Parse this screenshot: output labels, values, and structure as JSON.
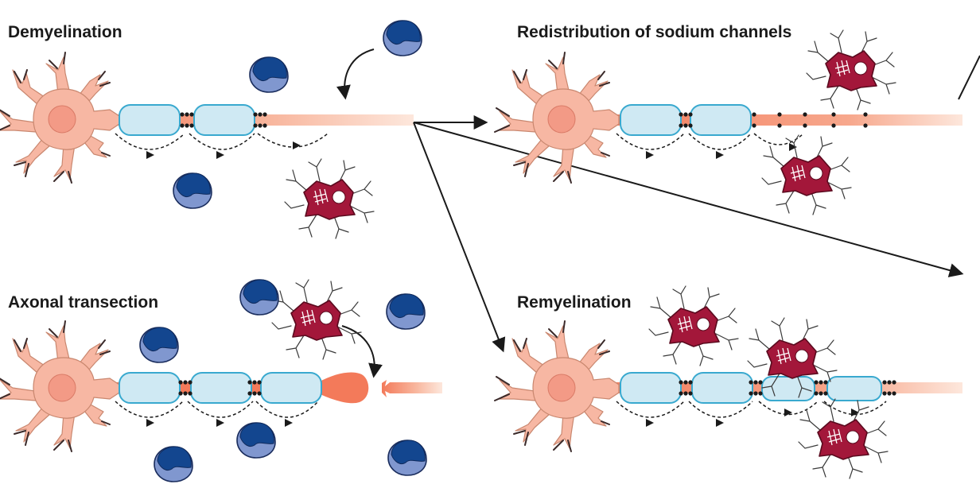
{
  "panels": {
    "demyelination": {
      "title": "Demyelination"
    },
    "sodium": {
      "title": "Redistribution of sodium channels"
    },
    "transection": {
      "title": "Axonal transection"
    },
    "remyelination": {
      "title": "Remyelination"
    }
  },
  "colors": {
    "neuron_body": "#f7b7a3",
    "neuron_nucleus": "#f39a86",
    "axon": "#f37a5a",
    "myelin_fill": "#cfe9f3",
    "myelin_stroke": "#39a9cf",
    "lymphocyte_dark": "#13468f",
    "lymphocyte_light": "#8097cf",
    "microglia": "#a3173a",
    "arrow": "#1a1a1a"
  }
}
